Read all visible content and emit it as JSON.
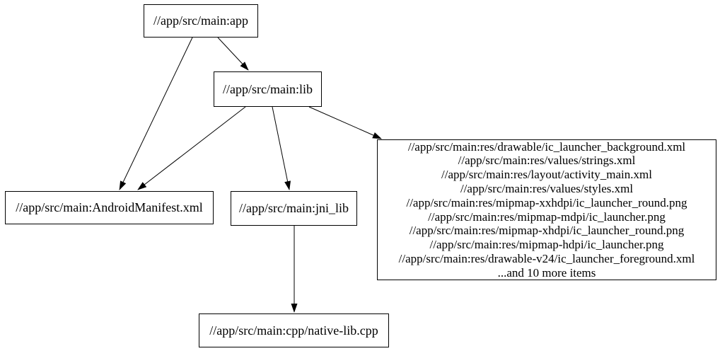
{
  "graph": {
    "type": "dependency-digraph",
    "colors": {
      "background": "#ffffff",
      "node_fill": "#ffffff",
      "node_border": "#000000",
      "edge": "#000000",
      "text": "#000000"
    },
    "nodes": {
      "app": {
        "label": "//app/src/main:app"
      },
      "lib": {
        "label": "//app/src/main:lib"
      },
      "android_manifest": {
        "label": "//app/src/main:AndroidManifest.xml"
      },
      "jni_lib": {
        "label": "//app/src/main:jni_lib"
      },
      "res_group": {
        "lines": [
          "//app/src/main:res/drawable/ic_launcher_background.xml",
          "//app/src/main:res/values/strings.xml",
          "//app/src/main:res/layout/activity_main.xml",
          "//app/src/main:res/values/styles.xml",
          "//app/src/main:res/mipmap-xxhdpi/ic_launcher_round.png",
          "//app/src/main:res/mipmap-mdpi/ic_launcher.png",
          "//app/src/main:res/mipmap-xhdpi/ic_launcher_round.png",
          "//app/src/main:res/mipmap-hdpi/ic_launcher.png",
          "//app/src/main:res/drawable-v24/ic_launcher_foreground.xml",
          "...and 10 more items"
        ]
      },
      "native_lib": {
        "label": "//app/src/main:cpp/native-lib.cpp"
      }
    },
    "edges": [
      {
        "from": "//app/src/main:app",
        "to": "//app/src/main:lib"
      },
      {
        "from": "//app/src/main:app",
        "to": "//app/src/main:AndroidManifest.xml"
      },
      {
        "from": "//app/src/main:lib",
        "to": "//app/src/main:AndroidManifest.xml"
      },
      {
        "from": "//app/src/main:lib",
        "to": "//app/src/main:jni_lib"
      },
      {
        "from": "//app/src/main:lib",
        "to": "res_group"
      },
      {
        "from": "//app/src/main:jni_lib",
        "to": "//app/src/main:cpp/native-lib.cpp"
      }
    ]
  }
}
